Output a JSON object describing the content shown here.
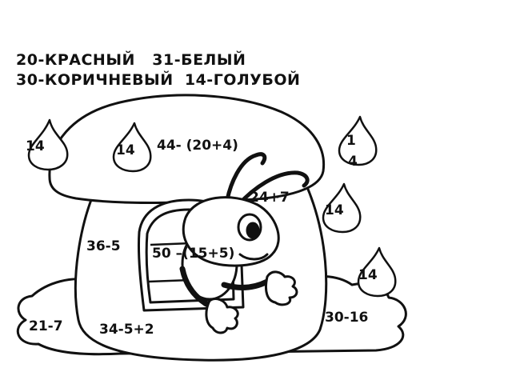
{
  "legend": {
    "line1": "20-КРАСНЫЙ   31-БЕЛЫЙ",
    "line2": "30-КОРИЧНЕВЫЙ  14-ГОЛУБОЙ"
  },
  "drops": {
    "d1": "14",
    "d2": "14",
    "d3_top": "1",
    "d3_bottom": "4",
    "d4": "14",
    "d5": "14"
  },
  "expressions": {
    "e_cap": "44- (20+4)",
    "e_antenna": "24+7",
    "e_wall": "36-5",
    "e_door": "50 –(15+5)",
    "e_right_grass": "30-16",
    "e_left_grass": "21-7",
    "e_bottom": "34-5+2"
  },
  "colors": {
    "outline": "#111111",
    "fill": "#ffffff"
  }
}
